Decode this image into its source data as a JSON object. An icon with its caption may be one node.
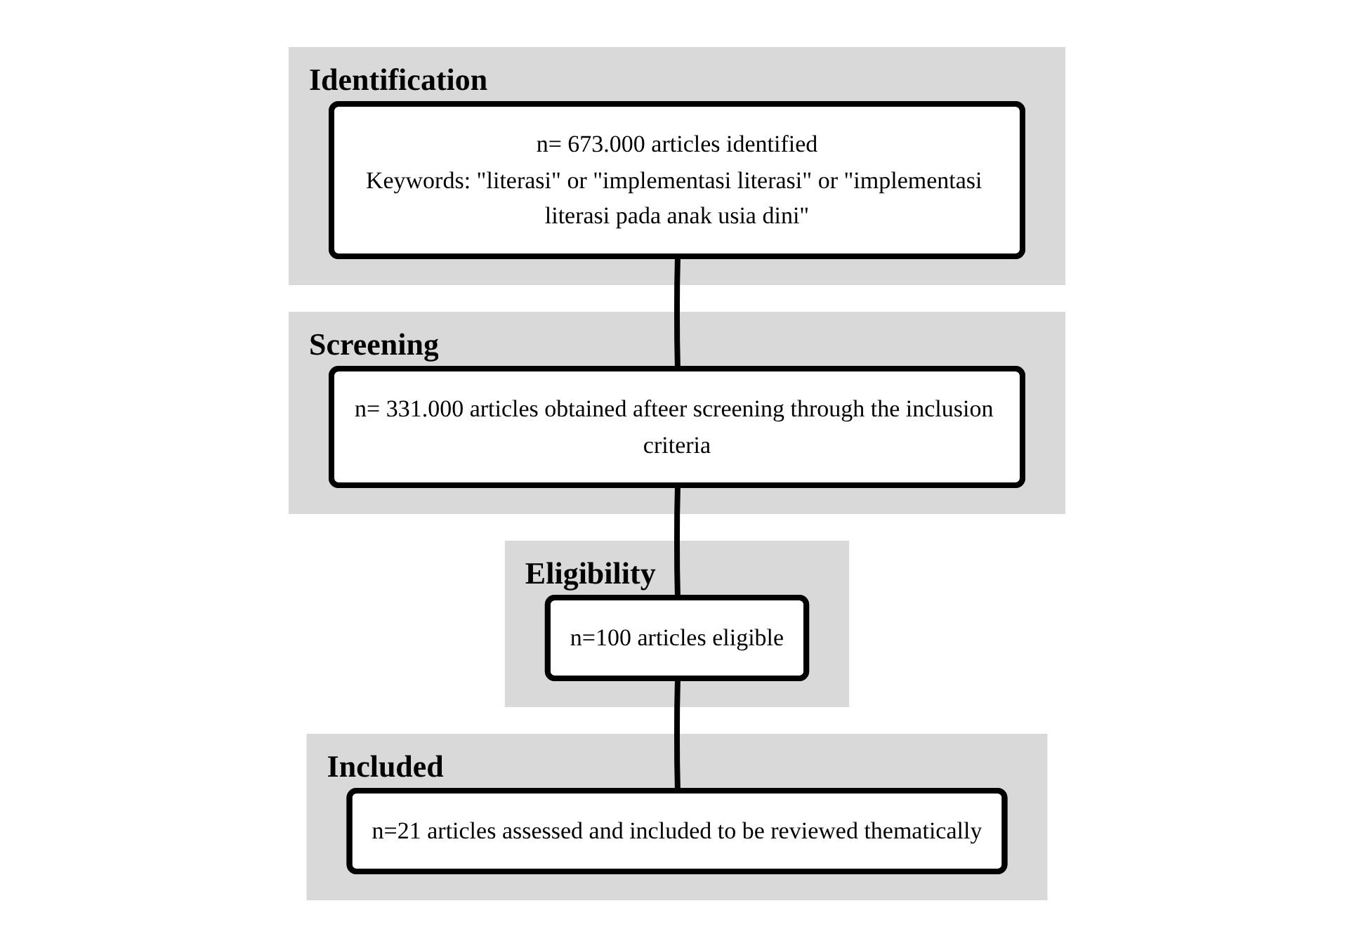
{
  "diagram": {
    "nodes": [
      {
        "text": [
          "Identification"
        ]
      },
      {
        "text": [
          "n= 673.000 articles identified",
          "Keywords: \"literasi\" or \"implementasi literasi\" or \"implementasi literasi pada anak usia dini\""
        ],
        "in": 0
      },
      {
        "text": [
          "Screening"
        ]
      },
      {
        "text": [
          "n= 331.000 articles obtained afteer screening through the inclusion criteria"
        ],
        "in": 2
      },
      {
        "text": [
          "Eligibility"
        ]
      },
      {
        "text": [
          "n=100 articles eligible"
        ],
        "in": 4
      },
      {
        "text": [
          "Included"
        ]
      },
      {
        "text": [
          "n=21 articles assessed and included to be reviewed thematically"
        ],
        "in": 6
      }
    ],
    "edges": [
      {
        "from": 1,
        "to": 3,
        "arrow": "none"
      },
      {
        "from": 3,
        "to": 5,
        "arrow": "none"
      },
      {
        "from": 5,
        "to": 7,
        "arrow": "none"
      }
    ]
  }
}
